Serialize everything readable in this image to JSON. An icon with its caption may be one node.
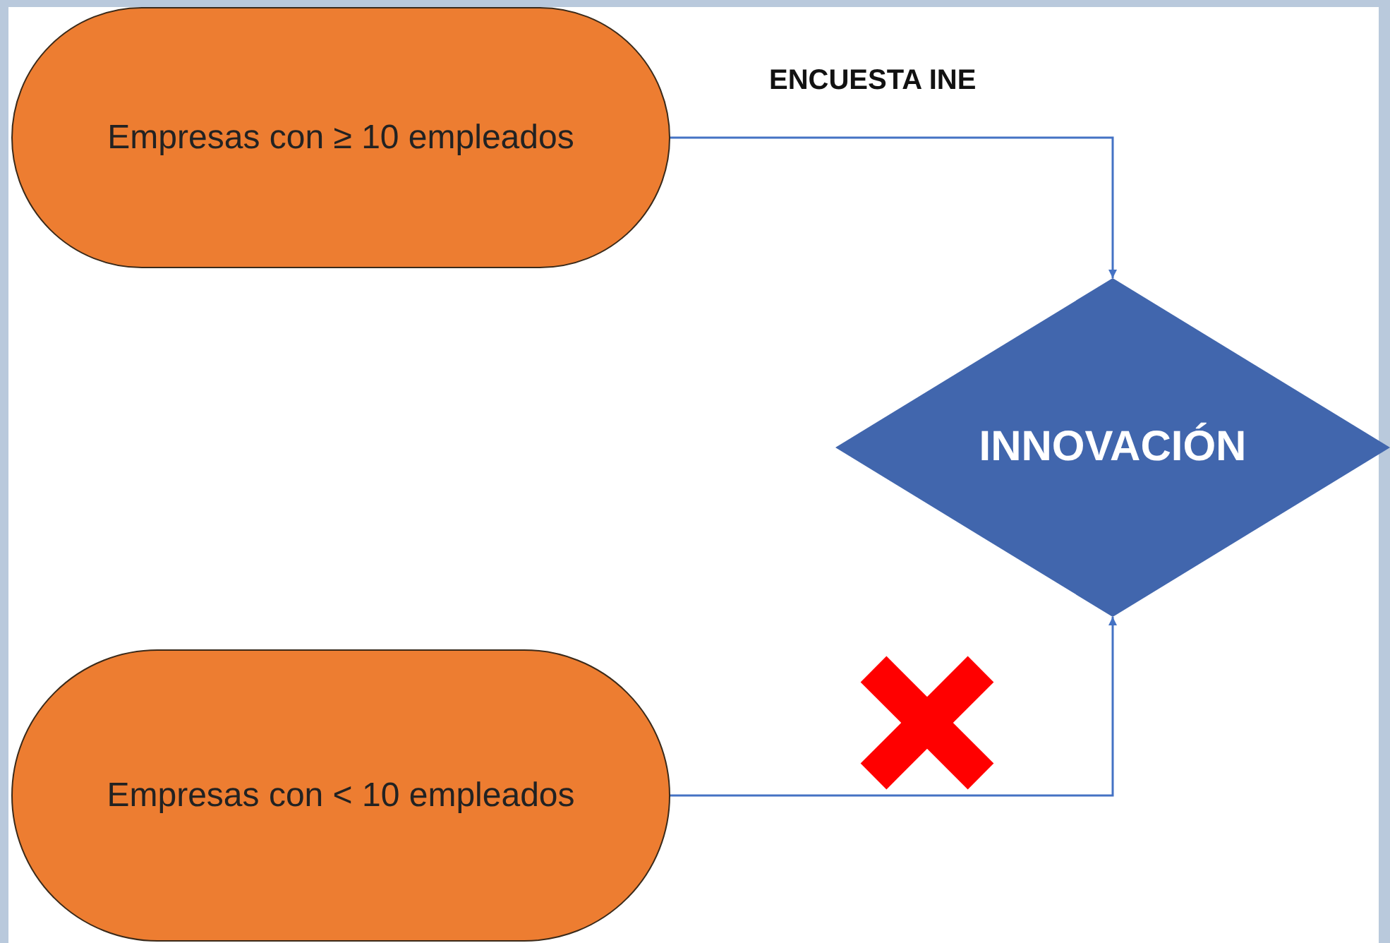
{
  "diagram": {
    "nodes": [
      {
        "text": [
          "Empresas con ≥ 10 empleados"
        ]
      },
      {
        "text": [
          "INNOVACIÓN"
        ]
      },
      {
        "text": [
          "Empresas con < 10 empleados"
        ]
      }
    ],
    "edges": [
      {
        "from": 0,
        "to": 1,
        "arrow": "to",
        "label": "ENCUESTA INE"
      },
      {
        "from": 2,
        "to": 1,
        "arrow": "to"
      }
    ]
  }
}
